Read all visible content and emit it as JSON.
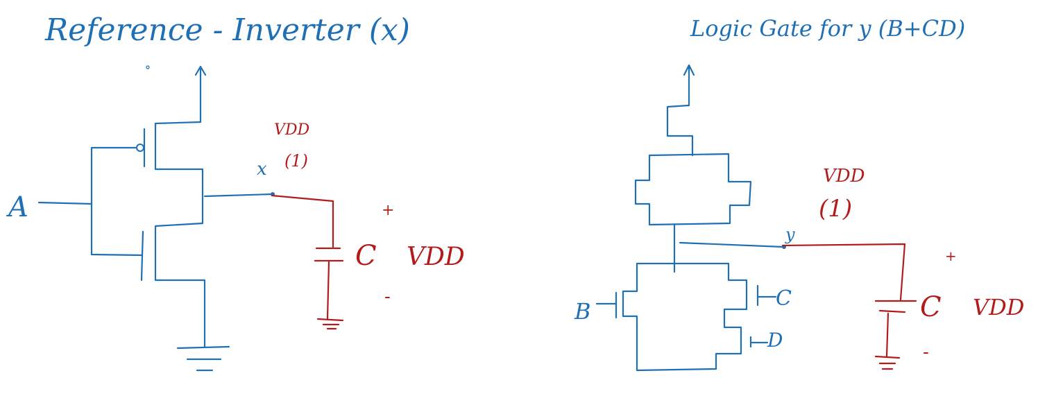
{
  "left_title": "Reference - Inverter (x)",
  "right_title": "Logic Gate for y (B+CD)",
  "left": {
    "input_label": "A",
    "node_label": "x",
    "vdd_label": "VDD",
    "vdd_state": "(1)",
    "cap_label": "C",
    "cap_voltage": "VDD",
    "plus": "+",
    "minus": "-"
  },
  "right": {
    "node_label": "y",
    "vdd_label": "VDD",
    "vdd_state": "(1)",
    "cap_label": "C",
    "cap_voltage": "VDD",
    "plus": "+",
    "minus": "-",
    "input_b": "B",
    "input_c": "C",
    "input_d": "D"
  },
  "colors": {
    "blue_ink": "#1f6fb5",
    "red_ink": "#b31b1b"
  }
}
